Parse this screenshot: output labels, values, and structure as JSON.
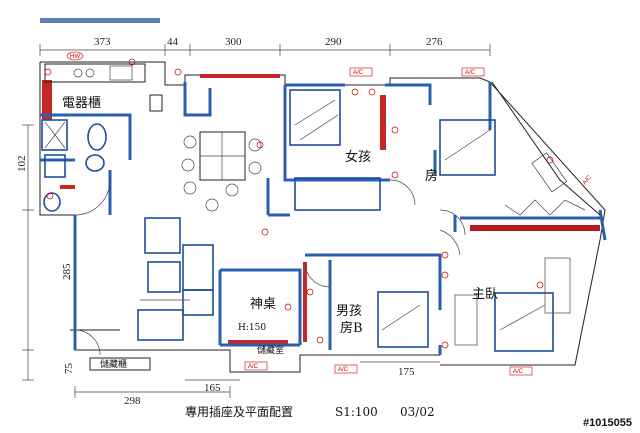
{
  "dimensions": {
    "top": [
      "373",
      "44",
      "300",
      "290",
      "276"
    ],
    "left": [
      "102",
      "285",
      "75"
    ],
    "bottom": [
      "298",
      "165",
      "175"
    ]
  },
  "rooms": {
    "appliance_cabinet": "電器櫃",
    "girl_room": "女孩",
    "room_partial": "房",
    "altar": "神桌",
    "boy_room_line1": "男孩",
    "boy_room_line2": "房B",
    "master_room": "主臥",
    "storage": "儲藏室",
    "cabinet": "儲藏櫃",
    "height_note": "H:150"
  },
  "tags": {
    "ac": "A/C",
    "hw": "HW"
  },
  "caption": {
    "title": "專用插座及平面配置",
    "scale": "S1:100",
    "sheet": "03/02"
  },
  "watermark": "#1015055"
}
